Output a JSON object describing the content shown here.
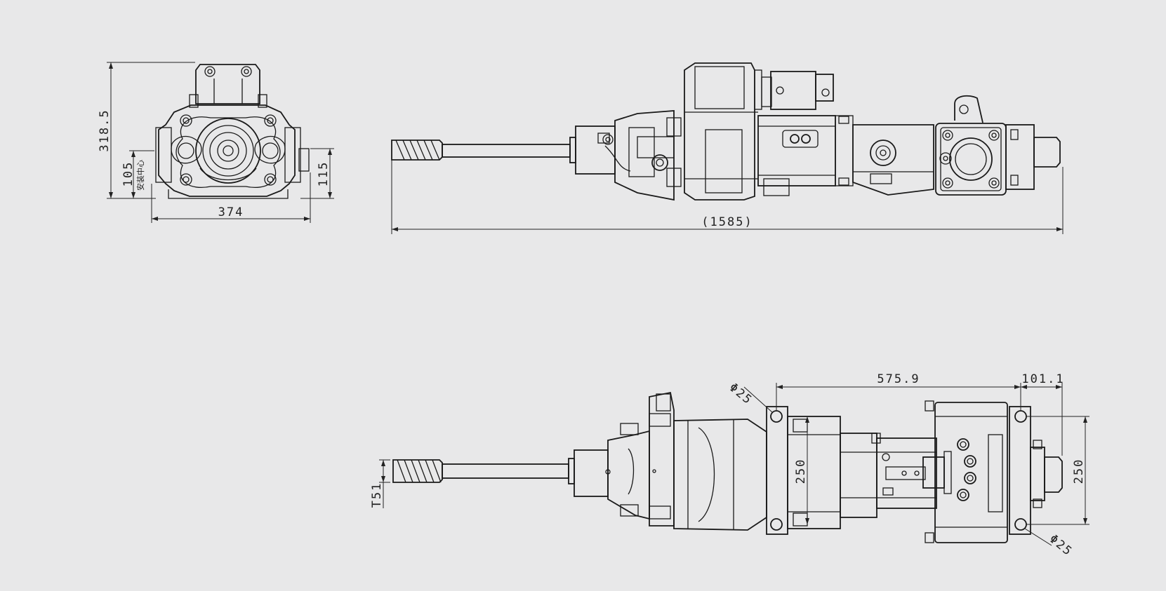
{
  "drawing": {
    "background": "#e8e8e9",
    "line_color": "#1a1a1a",
    "views": {
      "end_view": {
        "dimensions": {
          "height": "318.5",
          "mount_center": "105",
          "mount_center_label": "安装中心",
          "right_height": "115",
          "width": "374"
        }
      },
      "side_view": {
        "dimensions": {
          "overall_length": "(1585)"
        }
      },
      "top_view": {
        "dimensions": {
          "hole_left": "Φ25",
          "span": "575.9",
          "offset": "101.1",
          "inner_height": "250",
          "outer_height": "250",
          "hole_right": "Φ25",
          "thread": "T51"
        }
      }
    }
  }
}
